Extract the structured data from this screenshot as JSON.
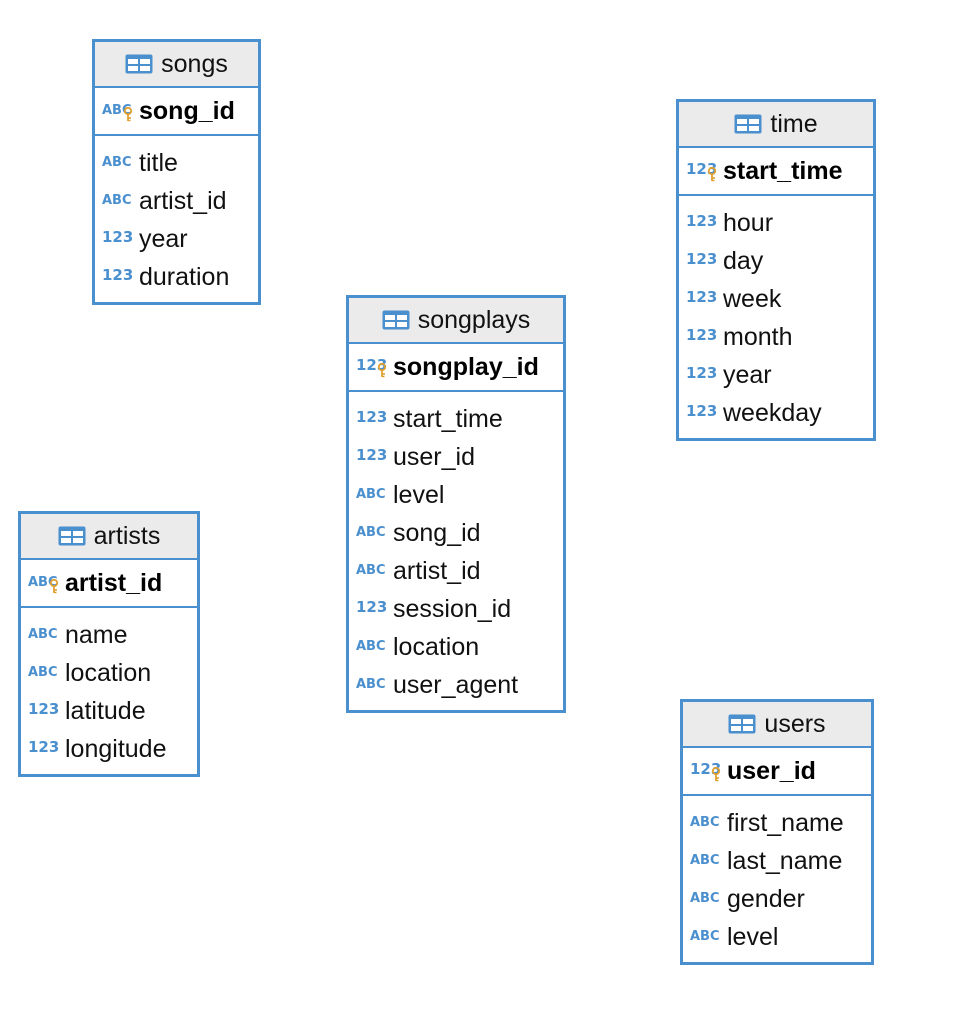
{
  "icons": {
    "table": "table-grid-icon",
    "text": "abc-text-type-icon",
    "number": "123-numeric-type-icon",
    "key": "primary-key-icon"
  },
  "colors": {
    "border": "#4a8fce",
    "header_bg": "#ebebeb",
    "type_icon": "#4a8fce",
    "key_icon": "#e0a030"
  },
  "type_labels": {
    "text": "ABC",
    "number": "123"
  },
  "tables": [
    {
      "id": "songs",
      "name": "songs",
      "pk": {
        "name": "song_id",
        "type": "text"
      },
      "columns": [
        {
          "name": "title",
          "type": "text"
        },
        {
          "name": "artist_id",
          "type": "text"
        },
        {
          "name": "year",
          "type": "number"
        },
        {
          "name": "duration",
          "type": "number"
        }
      ]
    },
    {
      "id": "time",
      "name": "time",
      "pk": {
        "name": "start_time",
        "type": "number"
      },
      "columns": [
        {
          "name": "hour",
          "type": "number"
        },
        {
          "name": "day",
          "type": "number"
        },
        {
          "name": "week",
          "type": "number"
        },
        {
          "name": "month",
          "type": "number"
        },
        {
          "name": "year",
          "type": "number"
        },
        {
          "name": "weekday",
          "type": "number"
        }
      ]
    },
    {
      "id": "songplays",
      "name": "songplays",
      "pk": {
        "name": "songplay_id",
        "type": "number"
      },
      "columns": [
        {
          "name": "start_time",
          "type": "number"
        },
        {
          "name": "user_id",
          "type": "number"
        },
        {
          "name": "level",
          "type": "text"
        },
        {
          "name": "song_id",
          "type": "text"
        },
        {
          "name": "artist_id",
          "type": "text"
        },
        {
          "name": "session_id",
          "type": "number"
        },
        {
          "name": "location",
          "type": "text"
        },
        {
          "name": "user_agent",
          "type": "text"
        }
      ]
    },
    {
      "id": "artists",
      "name": "artists",
      "pk": {
        "name": "artist_id",
        "type": "text"
      },
      "columns": [
        {
          "name": "name",
          "type": "text"
        },
        {
          "name": "location",
          "type": "text"
        },
        {
          "name": "latitude",
          "type": "number"
        },
        {
          "name": "longitude",
          "type": "number"
        }
      ]
    },
    {
      "id": "users",
      "name": "users",
      "pk": {
        "name": "user_id",
        "type": "number"
      },
      "columns": [
        {
          "name": "first_name",
          "type": "text"
        },
        {
          "name": "last_name",
          "type": "text"
        },
        {
          "name": "gender",
          "type": "text"
        },
        {
          "name": "level",
          "type": "text"
        }
      ]
    }
  ]
}
